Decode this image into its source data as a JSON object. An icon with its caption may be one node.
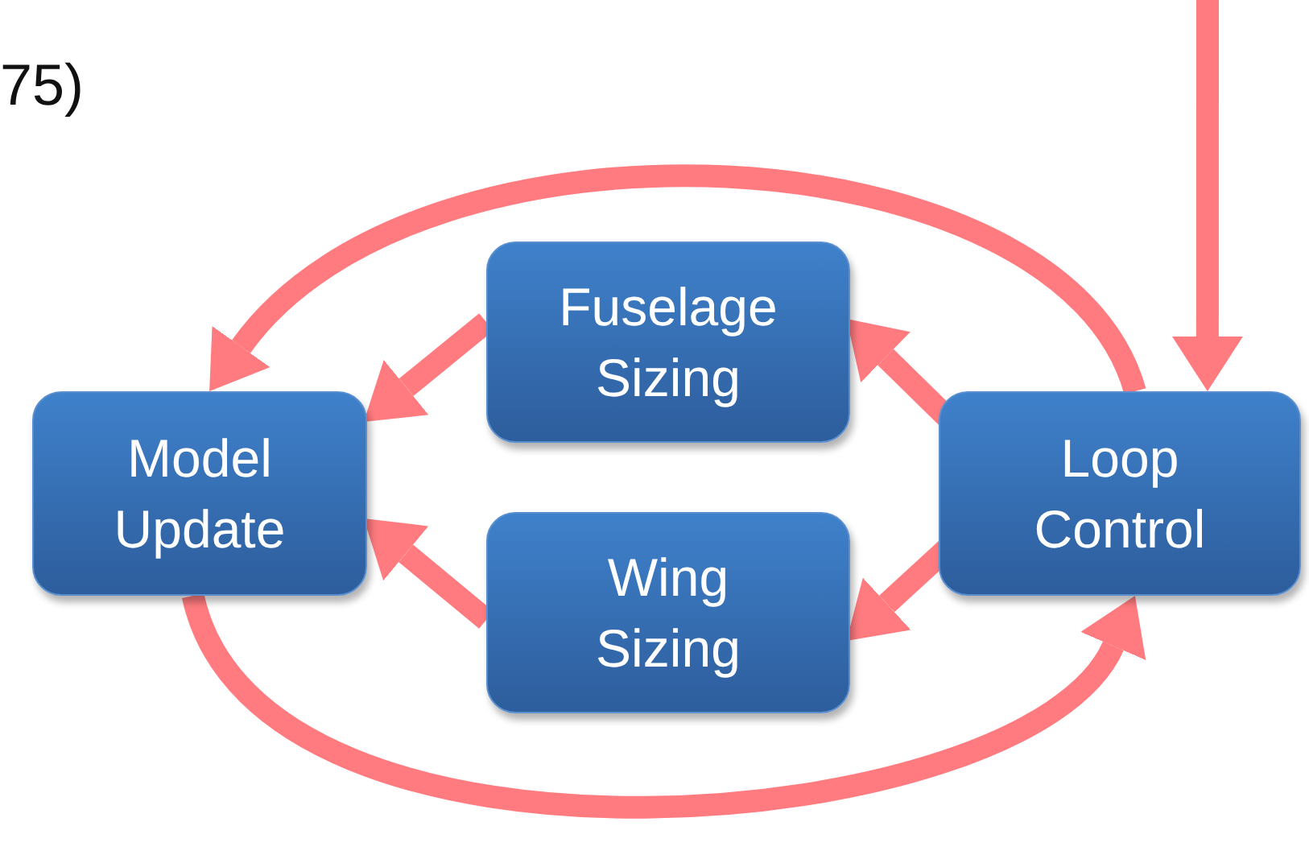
{
  "diagram": {
    "nodes": [
      {
        "text": [
          "Model Update"
        ]
      },
      {
        "text": [
          "Fuselage Sizing"
        ]
      },
      {
        "text": [
          "Wing Sizing"
        ]
      },
      {
        "text": [
          "Loop Control"
        ]
      }
    ],
    "edges": [
      {
        "from": null,
        "to": 3,
        "arrow": "to"
      },
      {
        "from": 3,
        "to": 1,
        "arrow": "to"
      },
      {
        "from": 3,
        "to": 2,
        "arrow": "to"
      },
      {
        "from": 1,
        "to": 0,
        "arrow": "to"
      },
      {
        "from": 2,
        "to": 0,
        "arrow": "to"
      },
      {
        "from": 3,
        "to": 0,
        "arrow": "to"
      },
      {
        "from": 0,
        "to": 3,
        "arrow": "to"
      }
    ],
    "labels": [
      "75)"
    ]
  }
}
